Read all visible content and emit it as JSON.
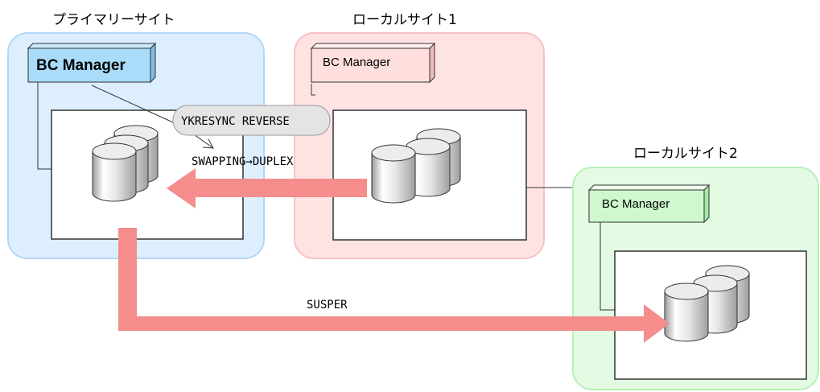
{
  "sites": {
    "primary": {
      "label": "プライマリーサイト",
      "bc_manager": "BC Manager",
      "fill": "#ddeeff",
      "stroke": "#b5d5f5"
    },
    "local1": {
      "label": "ローカルサイト1",
      "bc_manager": "BC Manager",
      "fill": "#ffe3e3",
      "stroke": "#f6c2c2"
    },
    "local2": {
      "label": "ローカルサイト2",
      "bc_manager": "BC Manager",
      "fill": "#e2fbe2",
      "stroke": "#b8efb8"
    }
  },
  "command": {
    "label": "YKRESYNC REVERSE"
  },
  "transitions": {
    "primary_local1": "SWAPPING→DUPLEX",
    "primary_local2": "SUSPER"
  },
  "colors": {
    "arrow": "#f58d8d",
    "bc_primary_fill": "#a8dcf8",
    "bc_local1_fill": "#ffdede",
    "bc_local2_fill": "#cff8cf",
    "command_bubble": "#e4e4e4"
  }
}
